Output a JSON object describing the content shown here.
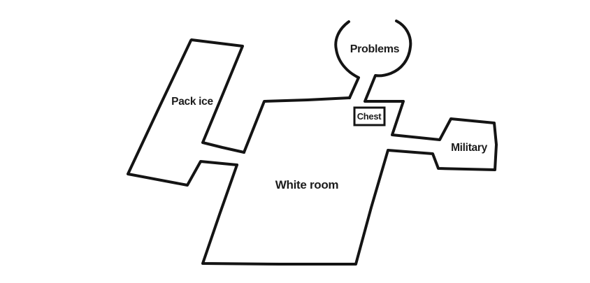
{
  "colors": {
    "background": "#ffffff",
    "ink": "#141414",
    "label_ink": "#1c1c1c"
  },
  "rooms": {
    "pack_ice": {
      "label": "Pack ice"
    },
    "problems": {
      "label": "Problems"
    },
    "chest": {
      "label": "Chest"
    },
    "white_room": {
      "label": "White room"
    },
    "military": {
      "label": "Military"
    }
  },
  "connections": [
    {
      "from": "Pack ice",
      "to": "White room",
      "via": "short corridor on White room left wall"
    },
    {
      "from": "Problems",
      "to": "White room",
      "via": "narrow neck through White room top wall"
    },
    {
      "from": "Military",
      "to": "White room",
      "via": "short corridor on White room right wall"
    },
    {
      "from": "Chest",
      "to": "White room",
      "via": "boxed label inside White room below top wall"
    }
  ]
}
